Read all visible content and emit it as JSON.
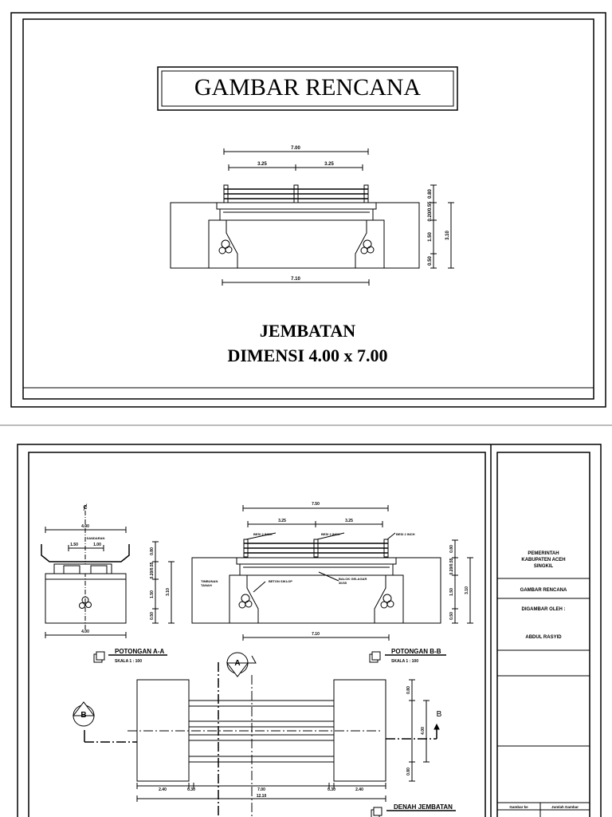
{
  "sheet1": {
    "title": "GAMBAR RENCANA",
    "subtitle_line1": "JEMBATAN",
    "subtitle_line2": "DIMENSI 4.00 x 7.00",
    "dims": {
      "overall": "7.00",
      "left": "3.25",
      "right": "3.25",
      "bottom": "7.10",
      "v1": "0.80",
      "v2": "0.20/0.55",
      "v3": "1.50",
      "v4": "3.10",
      "v5": "0.50"
    }
  },
  "sheet2": {
    "section_a": {
      "title": "POTONGAN A-A",
      "scale": "SKALA 1 : 100",
      "cl": "ȼ",
      "width_top": "4.00",
      "width_bottom": "4.00",
      "inner1": "1.50",
      "inner2": "1.00",
      "label": "SANDARAN",
      "v1": "0.80",
      "v2": "0.20/0.55",
      "v3": "1.50",
      "v4": "3.10",
      "v5": "0.50"
    },
    "section_b": {
      "title": "POTONGAN B-B",
      "scale": "SKALA 1 : 100",
      "overall": "7.50",
      "left": "3.25",
      "right": "3.25",
      "bottom": "7.10",
      "lbl1": "BESI 2 INCH",
      "lbl2": "BESI 2 INCH",
      "lbl3": "BESI 2 INCH",
      "lbl4": "TIMBUNAN TANAH",
      "lbl5": "BETON SIKLOP",
      "lbl6": "BALOK GELAGAR 30/35",
      "v1": "0.80",
      "v2": "0.20/0.55",
      "v3": "1.50",
      "v4": "3.10",
      "v5": "0.50"
    },
    "plan": {
      "title": "DENAH JEMBATAN",
      "marker_a": "A",
      "marker_b": "B",
      "marker_b_right": "B",
      "d1": "2.40",
      "d2": "0.30",
      "d3": "7.00",
      "d4": "0.30",
      "d5": "2.40",
      "total": "12.10",
      "v1": "0.80",
      "v2": "4.00",
      "v3": "0.80"
    },
    "title_block": {
      "org": "PEMERINTAH KABUPATEN ACEH SINGKIL",
      "drawing": "GAMBAR RENCANA",
      "drawn_by_label": "DIGAMBAR OLEH :",
      "drawn_by": "ABDUL RASYID",
      "sheet_no_label": "Gambar ke",
      "total_label": "Jumlah Gambar"
    }
  }
}
